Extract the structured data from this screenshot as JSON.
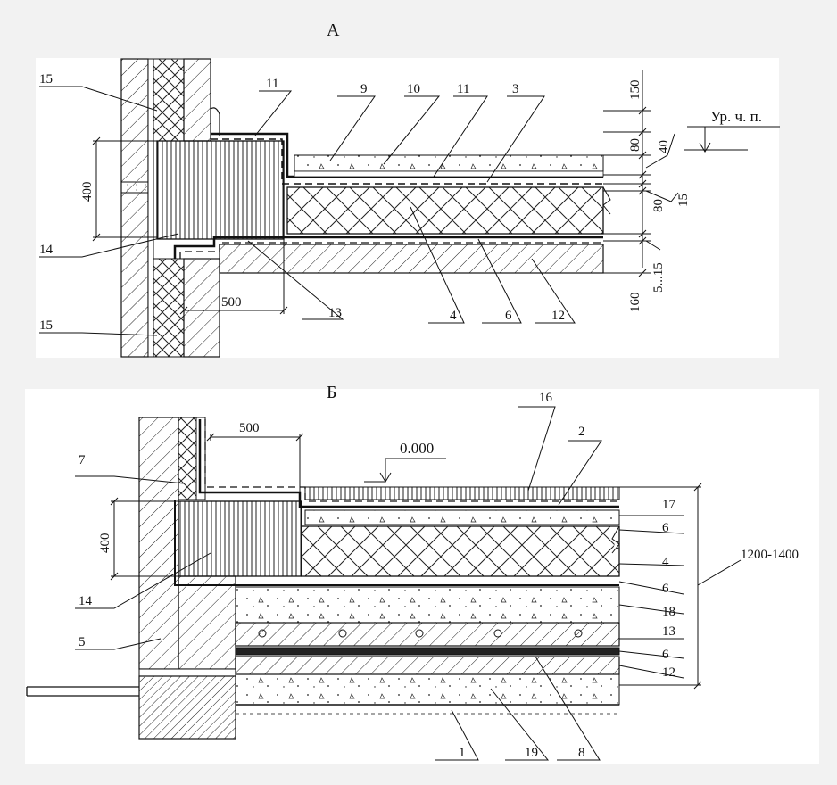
{
  "section_a": {
    "title": "А",
    "callouts": [
      "15",
      "14",
      "15",
      "11",
      "9",
      "10",
      "11",
      "3",
      "13",
      "4",
      "6",
      "12"
    ],
    "dims": {
      "d400": "400",
      "d500": "500",
      "d150": "150",
      "d80a": "80",
      "d40": "40",
      "d80b": "80",
      "d15": "15",
      "d5_15": "5...15",
      "d160": "160"
    },
    "level_label": "Ур. ч. п."
  },
  "section_b": {
    "title": "Б",
    "callouts_left": [
      "7",
      "14",
      "5"
    ],
    "callouts_top": [
      "16",
      "2"
    ],
    "callouts_right": [
      "17",
      "6",
      "4",
      "6",
      "18",
      "13",
      "6",
      "12"
    ],
    "callouts_bottom": [
      "1",
      "19",
      "8"
    ],
    "dims": {
      "d500": "500",
      "d400": "400",
      "d_total": "1200-1400"
    },
    "level_label": "0.000"
  },
  "colors": {
    "line": "#111111",
    "page": "#ffffff",
    "background": "#f2f2f2"
  }
}
